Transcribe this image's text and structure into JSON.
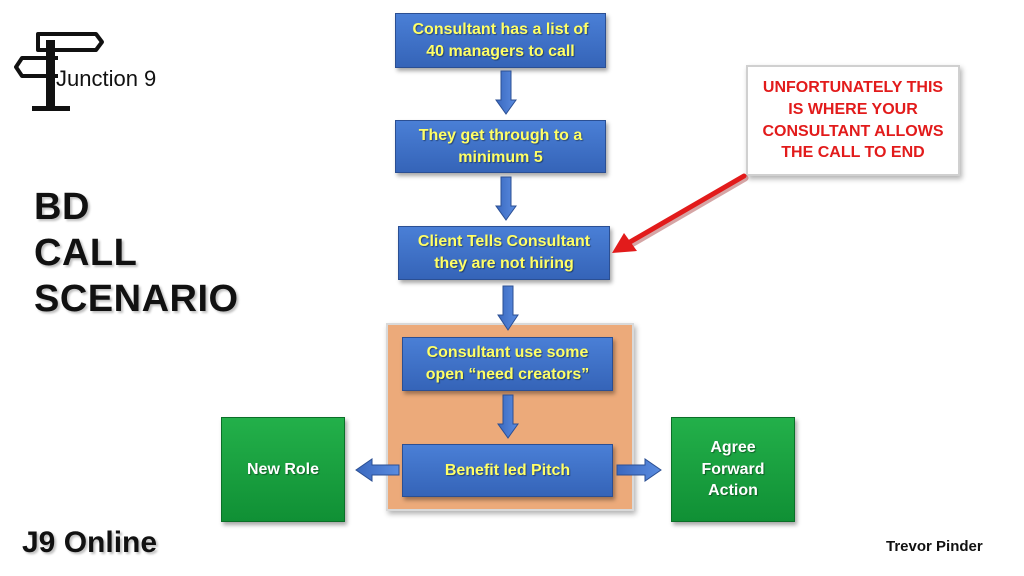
{
  "logo": {
    "text": "Junction 9"
  },
  "side_title": {
    "line1": "BD",
    "line2": "CALL",
    "line3": "SCENARIO"
  },
  "footer_left": "J9 Online",
  "footer_right": "Trevor Pinder",
  "callout": {
    "text": "UNFORTUNATELY THIS IS WHERE YOUR CONSULTANT ALLOWS THE CALL TO END",
    "color": "#e21b1b"
  },
  "flow": {
    "step1": "Consultant has a list of 40 managers to call",
    "step2": "They get through to a minimum 5",
    "step3": "Client Tells Consultant they are not hiring",
    "step4": "Consultant use some open “need creators”",
    "step5": "Benefit led Pitch",
    "left_outcome": "New Role",
    "right_outcome": "Agree Forward Action"
  },
  "colors": {
    "box_blue": "#3d6fc7",
    "box_text": "#ffff66",
    "outcome_green": "#18a03f",
    "highlight_orange": "#ecaa7a",
    "arrow_red": "#e21b1b"
  }
}
